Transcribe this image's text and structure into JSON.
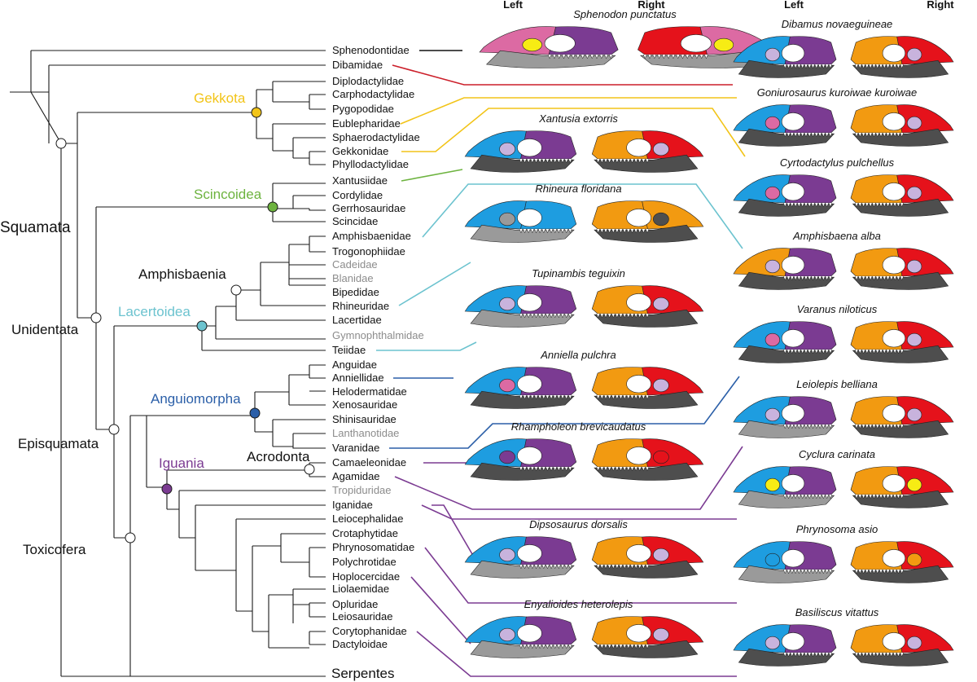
{
  "column_headers": {
    "left": "Left",
    "right": "Right"
  },
  "colors": {
    "gekkota": "#f2c418",
    "scincoidea": "#6db33f",
    "lacertoidea": "#6cc3cf",
    "anguiomorpha": "#2b5fa8",
    "iguania": "#7b3b92",
    "serpentes_line": "#7b3b92",
    "dibamidae_line": "#cc1f2a",
    "sphenodon_line": "#111111",
    "extinct_text": "#8c8c8c",
    "bone_purple": "#7b3b92",
    "bone_blue": "#1e9de0",
    "bone_orange": "#f29a11",
    "bone_red": "#e5121b",
    "bone_pink": "#dc6aa3",
    "bone_lilac": "#c8b3dd",
    "bone_yellow": "#f7ec14",
    "bone_grey": "#9a9a9a",
    "bone_dark": "#4e4e4e"
  },
  "clades": {
    "squamata": "Squamata",
    "unidentata": "Unidentata",
    "episquamata": "Episquamata",
    "toxicofera": "Toxicofera",
    "gekkota": "Gekkota",
    "scincoidea": "Scincoidea",
    "lacertoidea": "Lacertoidea",
    "amphisbaenia": "Amphisbaenia",
    "anguiomorpha": "Anguiomorpha",
    "iguania": "Iguania",
    "acrodonta": "Acrodonta"
  },
  "taxa": [
    {
      "name": "Sphenodontidae",
      "extinct": false
    },
    {
      "name": "Dibamidae",
      "extinct": false
    },
    {
      "name": "Diplodactylidae",
      "extinct": false
    },
    {
      "name": "Carphodactylidae",
      "extinct": false
    },
    {
      "name": "Pygopodidae",
      "extinct": false
    },
    {
      "name": "Eublepharidae",
      "extinct": false
    },
    {
      "name": "Sphaerodactylidae",
      "extinct": false
    },
    {
      "name": "Gekkonidae",
      "extinct": false
    },
    {
      "name": "Phyllodactylidae",
      "extinct": false
    },
    {
      "name": "Xantusiidae",
      "extinct": false
    },
    {
      "name": "Cordylidae",
      "extinct": false
    },
    {
      "name": "Gerrhosauridae",
      "extinct": false
    },
    {
      "name": "Scincidae",
      "extinct": false
    },
    {
      "name": "Amphisbaenidae",
      "extinct": false
    },
    {
      "name": "Trogonophiidae",
      "extinct": false
    },
    {
      "name": "Cadeidae",
      "extinct": true
    },
    {
      "name": "Blanidae",
      "extinct": true
    },
    {
      "name": "Bipedidae",
      "extinct": false
    },
    {
      "name": "Rhineuridae",
      "extinct": false
    },
    {
      "name": "Lacertidae",
      "extinct": false
    },
    {
      "name": "Gymnophthalmidae",
      "extinct": true
    },
    {
      "name": "Teiidae",
      "extinct": false
    },
    {
      "name": "Anguidae",
      "extinct": false
    },
    {
      "name": "Anniellidae",
      "extinct": false
    },
    {
      "name": "Helodermatidae",
      "extinct": false
    },
    {
      "name": "Xenosauridae",
      "extinct": false
    },
    {
      "name": "Shinisauridae",
      "extinct": false
    },
    {
      "name": "Lanthanotidae",
      "extinct": true
    },
    {
      "name": "Varanidae",
      "extinct": false
    },
    {
      "name": "Camaeleonidae",
      "extinct": false
    },
    {
      "name": "Agamidae",
      "extinct": false
    },
    {
      "name": "Tropiduridae",
      "extinct": true
    },
    {
      "name": "Iganidae",
      "extinct": false
    },
    {
      "name": "Leiocephalidae",
      "extinct": false
    },
    {
      "name": "Crotaphytidae",
      "extinct": false
    },
    {
      "name": "Phrynosomatidae",
      "extinct": false
    },
    {
      "name": "Polychrotidae",
      "extinct": false
    },
    {
      "name": "Hoplocercidae",
      "extinct": false
    },
    {
      "name": "Liolaemidae",
      "extinct": false
    },
    {
      "name": "Opluridae",
      "extinct": false
    },
    {
      "name": "Leiosauridae",
      "extinct": false
    },
    {
      "name": "Corytophanidae",
      "extinct": false
    },
    {
      "name": "Dactyloidae",
      "extinct": false
    }
  ],
  "serpentes": "Serpentes",
  "specimens": [
    {
      "species": "Sphenodon punctatus",
      "taxon": "Sphenodontidae",
      "icon": "tuatara-skull-icon",
      "left_colors": [
        "#7b3b92",
        "#dc6aa3",
        "#f7ec14",
        "#9a9a9a"
      ],
      "right_colors": [
        "#e5121b",
        "#dc6aa3",
        "#f7ec14",
        "#9a9a9a"
      ]
    },
    {
      "species": "Dibamus novaeguineae",
      "taxon": "Dibamidae",
      "icon": "lizard-skull-icon",
      "left_colors": [
        "#7b3b92",
        "#1e9de0",
        "#c8b3dd",
        "#4e4e4e"
      ],
      "right_colors": [
        "#f29a11",
        "#e5121b",
        "#c8b3dd",
        "#4e4e4e"
      ]
    },
    {
      "species": "Goniurosaurus kuroiwae kuroiwae",
      "taxon": "Eublepharidae",
      "icon": "gecko-skull-icon",
      "left_colors": [
        "#7b3b92",
        "#1e9de0",
        "#dc6aa3",
        "#4e4e4e"
      ],
      "right_colors": [
        "#f29a11",
        "#e5121b",
        "#c8b3dd",
        "#4e4e4e"
      ]
    },
    {
      "species": "Xantusia extorris",
      "taxon": "Xantusiidae",
      "icon": "lizard-skull-icon",
      "left_colors": [
        "#7b3b92",
        "#1e9de0",
        "#c8b3dd",
        "#4e4e4e"
      ],
      "right_colors": [
        "#f29a11",
        "#e5121b",
        "#c8b3dd",
        "#4e4e4e"
      ]
    },
    {
      "species": "Cyrtodactylus pulchellus",
      "taxon": "Gekkonidae",
      "icon": "gecko-skull-icon",
      "left_colors": [
        "#7b3b92",
        "#1e9de0",
        "#dc6aa3",
        "#4e4e4e"
      ],
      "right_colors": [
        "#f29a11",
        "#e5121b",
        "#c8b3dd",
        "#4e4e4e"
      ]
    },
    {
      "species": "Rhineura floridana",
      "taxon": "Rhineuridae",
      "icon": "amphisbaenian-skull-icon",
      "left_colors": [
        "#1e9de0",
        "#1e9de0",
        "#9a9a9a",
        "#9a9a9a"
      ],
      "right_colors": [
        "#f29a11",
        "#f29a11",
        "#4e4e4e",
        "#4e4e4e"
      ]
    },
    {
      "species": "Amphisbaena alba",
      "taxon": "Amphisbaenidae",
      "icon": "amphisbaenian-skull-icon",
      "left_colors": [
        "#7b3b92",
        "#f29a11",
        "#c8b3dd",
        "#4e4e4e"
      ],
      "right_colors": [
        "#f29a11",
        "#e5121b",
        "#c8b3dd",
        "#4e4e4e"
      ]
    },
    {
      "species": "Tupinambis teguixin",
      "taxon": "Teiidae",
      "icon": "lizard-skull-icon",
      "left_colors": [
        "#7b3b92",
        "#1e9de0",
        "#c8b3dd",
        "#9a9a9a"
      ],
      "right_colors": [
        "#f29a11",
        "#e5121b",
        "#c8b3dd",
        "#4e4e4e"
      ]
    },
    {
      "species": "Varanus niloticus",
      "taxon": "Varanidae",
      "icon": "monitor-skull-icon",
      "left_colors": [
        "#7b3b92",
        "#1e9de0",
        "#dc6aa3",
        "#4e4e4e"
      ],
      "right_colors": [
        "#f29a11",
        "#e5121b",
        "#c8b3dd",
        "#4e4e4e"
      ]
    },
    {
      "species": "Anniella pulchra",
      "taxon": "Anniellidae",
      "icon": "lizard-skull-icon",
      "left_colors": [
        "#7b3b92",
        "#1e9de0",
        "#dc6aa3",
        "#4e4e4e"
      ],
      "right_colors": [
        "#f29a11",
        "#e5121b",
        "#c8b3dd",
        "#4e4e4e"
      ]
    },
    {
      "species": "Leiolepis belliana",
      "taxon": "Agamidae",
      "icon": "agamid-skull-icon",
      "left_colors": [
        "#7b3b92",
        "#1e9de0",
        "#c8b3dd",
        "#9a9a9a"
      ],
      "right_colors": [
        "#f29a11",
        "#e5121b",
        "#c8b3dd",
        "#4e4e4e"
      ]
    },
    {
      "species": "Rhampholeon brevicaudatus",
      "taxon": "Camaeleonidae",
      "icon": "chameleon-skull-icon",
      "left_colors": [
        "#7b3b92",
        "#1e9de0",
        "#7b3b92",
        "#4e4e4e"
      ],
      "right_colors": [
        "#f29a11",
        "#e5121b",
        "#e5121b",
        "#4e4e4e"
      ]
    },
    {
      "species": "Cyclura carinata",
      "taxon": "Iganidae",
      "icon": "iguana-skull-icon",
      "left_colors": [
        "#7b3b92",
        "#1e9de0",
        "#f7ec14",
        "#9a9a9a"
      ],
      "right_colors": [
        "#f29a11",
        "#e5121b",
        "#f7ec14",
        "#4e4e4e"
      ]
    },
    {
      "species": "Dipsosaurus dorsalis",
      "taxon": "Iganidae",
      "icon": "iguana-skull-icon",
      "left_colors": [
        "#7b3b92",
        "#1e9de0",
        "#c8b3dd",
        "#9a9a9a"
      ],
      "right_colors": [
        "#f29a11",
        "#e5121b",
        "#c8b3dd",
        "#4e4e4e"
      ]
    },
    {
      "species": "Phrynosoma asio",
      "taxon": "Phrynosomatidae",
      "icon": "horned-lizard-skull-icon",
      "left_colors": [
        "#7b3b92",
        "#1e9de0",
        "#1e9de0",
        "#9a9a9a"
      ],
      "right_colors": [
        "#f29a11",
        "#e5121b",
        "#f29a11",
        "#4e4e4e"
      ]
    },
    {
      "species": "Enyalioides heterolepis",
      "taxon": "Hoplocercidae",
      "icon": "lizard-skull-icon",
      "left_colors": [
        "#7b3b92",
        "#1e9de0",
        "#c8b3dd",
        "#9a9a9a"
      ],
      "right_colors": [
        "#f29a11",
        "#e5121b",
        "#c8b3dd",
        "#4e4e4e"
      ]
    },
    {
      "species": "Basiliscus vitattus",
      "taxon": "Corytophanidae",
      "icon": "basilisk-skull-icon",
      "left_colors": [
        "#7b3b92",
        "#1e9de0",
        "#c8b3dd",
        "#4e4e4e"
      ],
      "right_colors": [
        "#f29a11",
        "#e5121b",
        "#c8b3dd",
        "#4e4e4e"
      ]
    }
  ]
}
